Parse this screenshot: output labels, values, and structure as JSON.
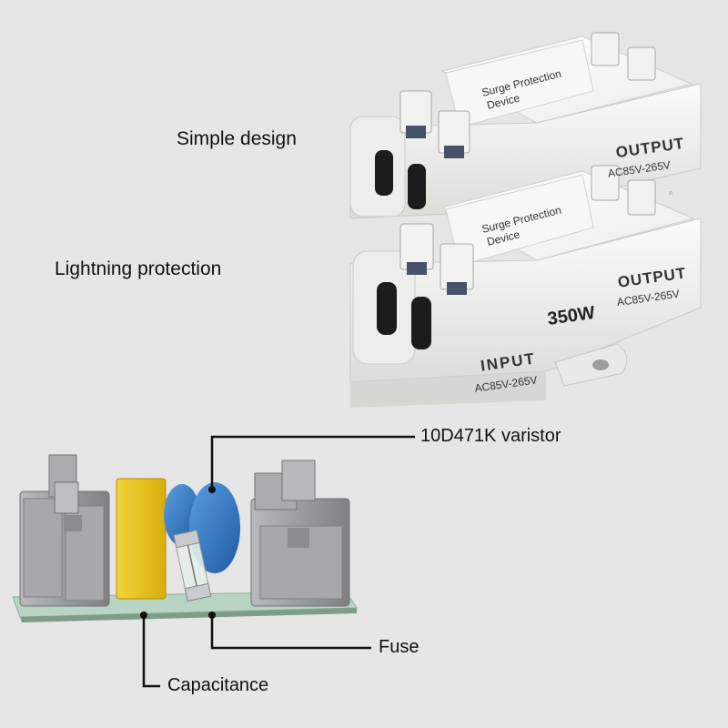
{
  "labels": {
    "simple_design": "Simple design",
    "lightning_protection": "Lightning protection",
    "varistor": "10D471K varistor",
    "fuse": "Fuse",
    "capacitance": "Capacitance"
  },
  "device": {
    "title_line1": "Surge Protection",
    "title_line2": "Device",
    "power": "350W",
    "input_label": "INPUT",
    "input_range": "AC85V-265V",
    "output_label": "OUTPUT",
    "output_range": "AC85V-265V"
  },
  "colors": {
    "background": "#e6e6e6",
    "housing": "#f4f4f2",
    "terminal_grey": "#9a9c9e",
    "capacitor_yellow": "#e8c21a",
    "varistor_blue": "#2f78c8",
    "pcb_green": "#b8d4c2",
    "callout_line": "#111111"
  }
}
